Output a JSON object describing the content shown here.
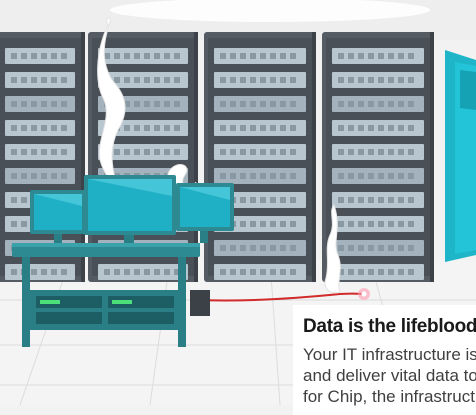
{
  "colors": {
    "page_background": "#f2f2f2",
    "floor": "#f4f4f4",
    "server_rack": "#555b63",
    "server_slot": "#b8c6d0",
    "rack_side": "#1fb5c8",
    "workstation": "#2d8a92",
    "monitor_screen": "#1fb0c6",
    "cable": "#d02a2a",
    "smoke": "#ffffff"
  },
  "icons": [
    "server-rack-icon",
    "monitor-icon",
    "smoke-icon",
    "spark-icon"
  ],
  "content": {
    "headline": "Data is the lifeblood",
    "body_lines": [
      "Your IT infrastructure is a",
      "and deliver vital data to",
      "for Chip, the infrastructu"
    ]
  }
}
